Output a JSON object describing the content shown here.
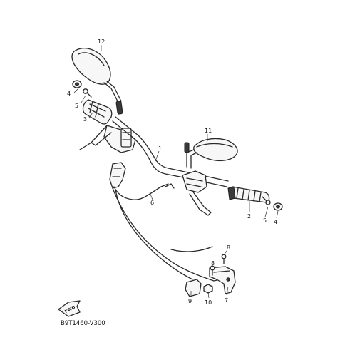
{
  "callouts": {
    "c1": "1",
    "c2": "2",
    "c3": "3",
    "c4_left": "4",
    "c4_right": "4",
    "c5_left": "5",
    "c5_right": "5",
    "c6": "6",
    "c7": "7",
    "c8_a": "8",
    "c8_b": "8",
    "c9": "9",
    "c10": "10",
    "c11": "11",
    "c12": "12"
  },
  "fwd_label": "FWD",
  "diagram_code": "B9T1460-V300"
}
